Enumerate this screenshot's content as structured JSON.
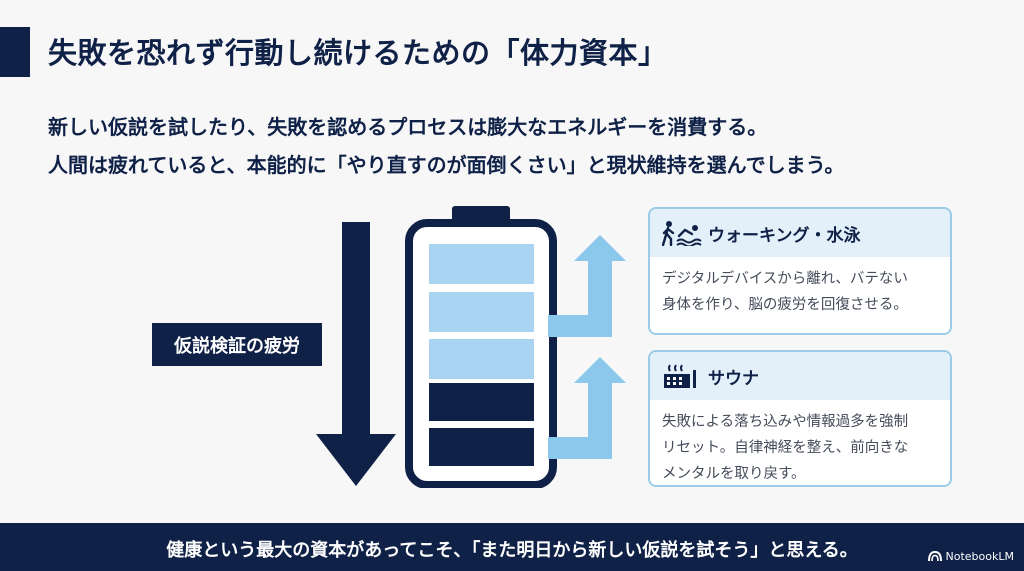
{
  "title": "失敗を恐れず行動し続けるための「体力資本」",
  "intro": {
    "line1": "新しい仮説を試したり、失敗を認めるプロセスは膨大なエネルギーを消費する。",
    "line2": "人間は疲れていると、本能的に「やり直すのが面倒くさい」と現状維持を選んでしまう。"
  },
  "fatigue": {
    "label": "仮説検証の疲労"
  },
  "battery": {
    "segments": [
      "charged",
      "charged",
      "charged",
      "empty",
      "empty"
    ],
    "colors": {
      "charged": "#a8d4f2",
      "empty": "#0f2147",
      "shell": "#0f2147"
    }
  },
  "cards": [
    {
      "icon": "walking-swimming-icon",
      "heading": "ウォーキング・水泳",
      "body_line1": "デジタルデバイスから離れ、バテない",
      "body_line2": "身体を作り、脳の疲労を回復させる。"
    },
    {
      "icon": "sauna-icon",
      "heading": "サウナ",
      "body_line1": "失敗による落ち込みや情報過多を強制",
      "body_line2": "リセット。自律神経を整え、前向きな",
      "body_line3": "メンタルを取り戻す。"
    }
  ],
  "footer": {
    "text": "健康という最大の資本があってこそ、「また明日から新しい仮説を試そう」と思える。",
    "brand": "NotebookLM"
  },
  "colors": {
    "navy": "#0f2147",
    "light_blue": "#a8d4f2",
    "arrow_blue": "#8cc8ec",
    "card_border": "#9ccbe8"
  }
}
